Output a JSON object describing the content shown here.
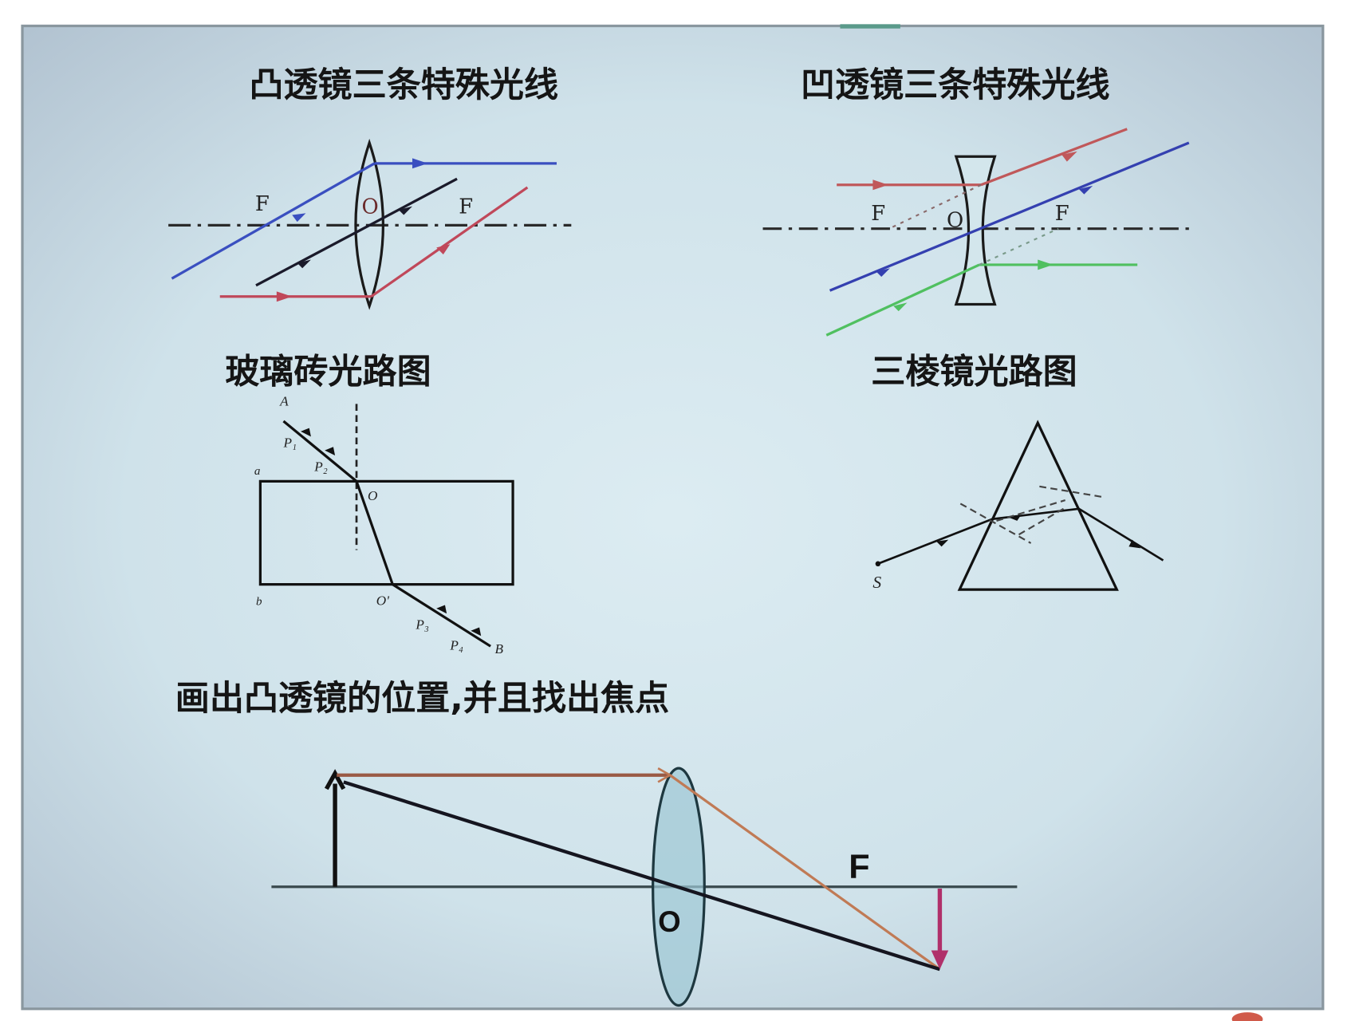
{
  "slide": {
    "background_edge": "#b4c6d3",
    "background_center": "#dcecf1",
    "border": "#7f8c94"
  },
  "sections": {
    "convex": {
      "title": "凸透镜三条特殊光线",
      "labels": {
        "f_left": "F",
        "center": "O",
        "f_right": "F"
      },
      "colors": {
        "ray1": "#3a4fc0",
        "ray2": "#1a1a2a",
        "ray3": "#c0485a"
      }
    },
    "concave": {
      "title": "凹透镜三条特殊光线",
      "labels": {
        "f_left": "F",
        "center": "O",
        "f_right": "F"
      },
      "colors": {
        "ray1": "#c0585a",
        "ray2": "#3440b0",
        "ray3": "#50c060"
      }
    },
    "glass_brick": {
      "title": "玻璃砖光路图",
      "labels": {
        "a_point": "A",
        "p1": "P₁",
        "p2": "P₂",
        "a_corner": "a",
        "o": "O",
        "b_corner": "b",
        "o_prime": "O'",
        "p3": "P₃",
        "p4": "P₄",
        "b_point": "B"
      }
    },
    "prism": {
      "title": "三棱镜光路图",
      "labels": {
        "source": "S"
      }
    },
    "task": {
      "title": "画出凸透镜的位置,并且找出焦点",
      "labels": {
        "f": "F",
        "o": "O"
      },
      "colors": {
        "object": "#111111",
        "parallel_ray": "#c07a55",
        "center_ray": "#15151f",
        "image": "#b0306a",
        "lens_fill": "#9ec8d4"
      }
    }
  }
}
